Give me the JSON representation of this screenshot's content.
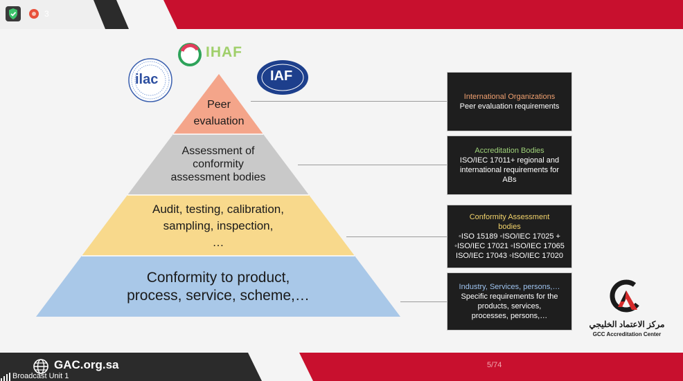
{
  "meeting": {
    "participant_count": "3",
    "network_label": "Broadcast Unit 1"
  },
  "colors": {
    "brand_red": "#c8102e",
    "tier_peer": "#f4a58a",
    "tier_assessment": "#c9c9c9",
    "tier_audit": "#f8d98c",
    "tier_conformity": "#a9c8e8",
    "box_bg": "#1e1e1e",
    "head_orange": "#f0a070",
    "head_green": "#9fd27a",
    "head_yellow": "#f2d36b",
    "head_blue": "#9fc4f0"
  },
  "logos": {
    "ilac": "ilac",
    "ihaf": "IHAF",
    "iaf": "IAF",
    "gcc_arabic": "مركز الاعتماد الخليجي",
    "gcc_english": "GCC Accreditation Center"
  },
  "pyramid": {
    "tiers": [
      {
        "label": "Peer\nevaluation"
      },
      {
        "label": "Assessment of\nconformity\nassessment bodies"
      },
      {
        "label": "Audit, testing, calibration,\nsampling, inspection,\n…"
      },
      {
        "label": "Conformity to product,\nprocess, service, scheme,…"
      }
    ]
  },
  "boxes": [
    {
      "heading": "International Organizations",
      "body": "Peer evaluation requirements"
    },
    {
      "heading": "Accreditation Bodies",
      "body": "ISO/IEC 17011+ regional and\ninternational requirements for\nABs"
    },
    {
      "heading": "Conformity Assessment\nbodies",
      "body": "◦ISO 15189 ◦ISO/IEC 17025 +\n◦ISO/IEC 17021 ◦ISO/IEC 17065\nISO/IEC 17043 ◦ISO/IEC 17020"
    },
    {
      "heading": "Industry, Services, persons,…",
      "body": "Specific requirements for the\nproducts, services,\nprocesses, persons,…"
    }
  ],
  "footer": {
    "website": "GAC.org.sa",
    "page_number": "5/74"
  }
}
